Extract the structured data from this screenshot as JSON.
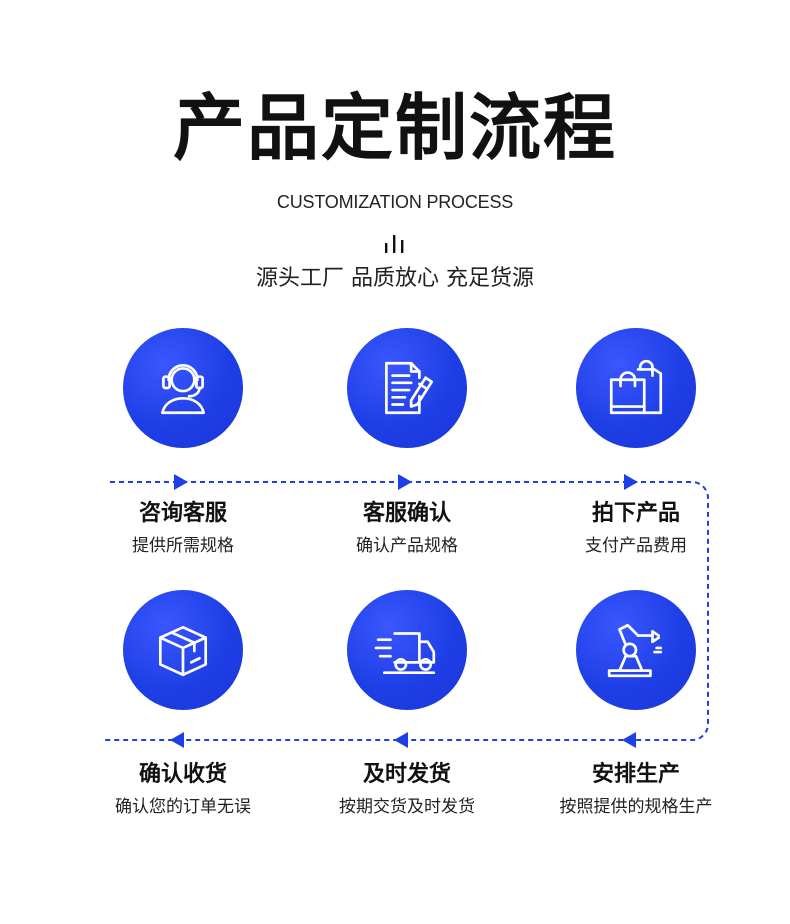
{
  "header": {
    "title": "产品定制流程",
    "subtitle": "CUSTOMIZATION PROCESS",
    "tagline": "源头工厂  品质放心  充足货源"
  },
  "steps": [
    {
      "title": "咨询客服",
      "desc": "提供所需规格",
      "icon": "customer-service-headset-icon"
    },
    {
      "title": "客服确认",
      "desc": "确认产品规格",
      "icon": "document-pen-icon"
    },
    {
      "title": "拍下产品",
      "desc": "支付产品费用",
      "icon": "shopping-bags-icon"
    },
    {
      "title": "确认收货",
      "desc": "确认您的订单无误",
      "icon": "package-box-icon"
    },
    {
      "title": "及时发货",
      "desc": "按期交货及时发货",
      "icon": "delivery-truck-icon"
    },
    {
      "title": "安排生产",
      "desc": "按照提供的规格生产",
      "icon": "robot-arm-icon"
    }
  ],
  "colors": {
    "accent": "#1f3fe6",
    "flow_line": "#1f3fe6",
    "icon_stroke": "#ffffff"
  }
}
